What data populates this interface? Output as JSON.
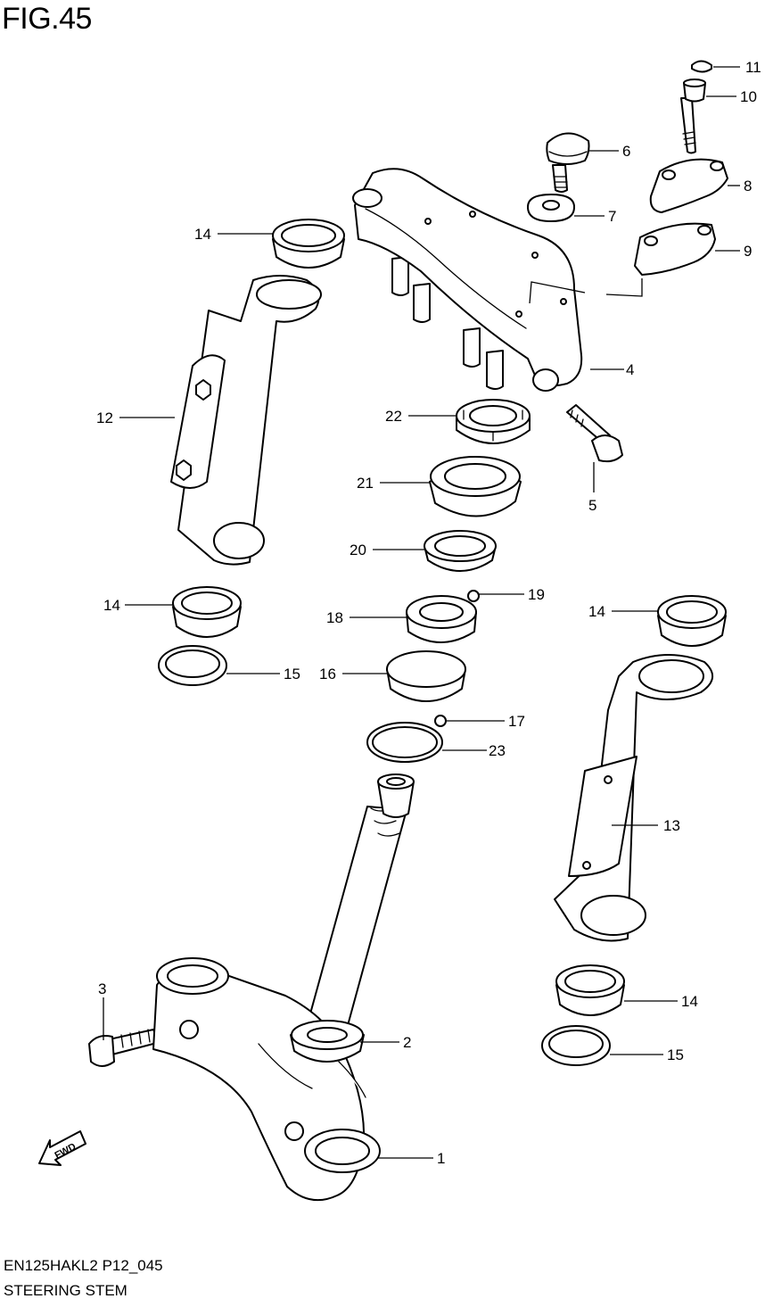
{
  "figure": {
    "title": "FIG.45",
    "model_code": "EN125HAKL2 P12_045",
    "caption": "STEERING STEM",
    "fwd_label": "FWD"
  },
  "callouts": [
    {
      "id": "c1",
      "label": "1"
    },
    {
      "id": "c2",
      "label": "2"
    },
    {
      "id": "c3",
      "label": "3"
    },
    {
      "id": "c4",
      "label": "4"
    },
    {
      "id": "c5",
      "label": "5"
    },
    {
      "id": "c6",
      "label": "6"
    },
    {
      "id": "c7",
      "label": "7"
    },
    {
      "id": "c8",
      "label": "8"
    },
    {
      "id": "c9",
      "label": "9"
    },
    {
      "id": "c10",
      "label": "10"
    },
    {
      "id": "c11",
      "label": "11"
    },
    {
      "id": "c12",
      "label": "12"
    },
    {
      "id": "c13",
      "label": "13"
    },
    {
      "id": "c14a",
      "label": "14"
    },
    {
      "id": "c14b",
      "label": "14"
    },
    {
      "id": "c14c",
      "label": "14"
    },
    {
      "id": "c14d",
      "label": "14"
    },
    {
      "id": "c15a",
      "label": "15"
    },
    {
      "id": "c15b",
      "label": "15"
    },
    {
      "id": "c16",
      "label": "16"
    },
    {
      "id": "c17",
      "label": "17"
    },
    {
      "id": "c18",
      "label": "18"
    },
    {
      "id": "c19",
      "label": "19"
    },
    {
      "id": "c20",
      "label": "20"
    },
    {
      "id": "c21",
      "label": "21"
    },
    {
      "id": "c22",
      "label": "22"
    },
    {
      "id": "c23",
      "label": "23"
    }
  ]
}
